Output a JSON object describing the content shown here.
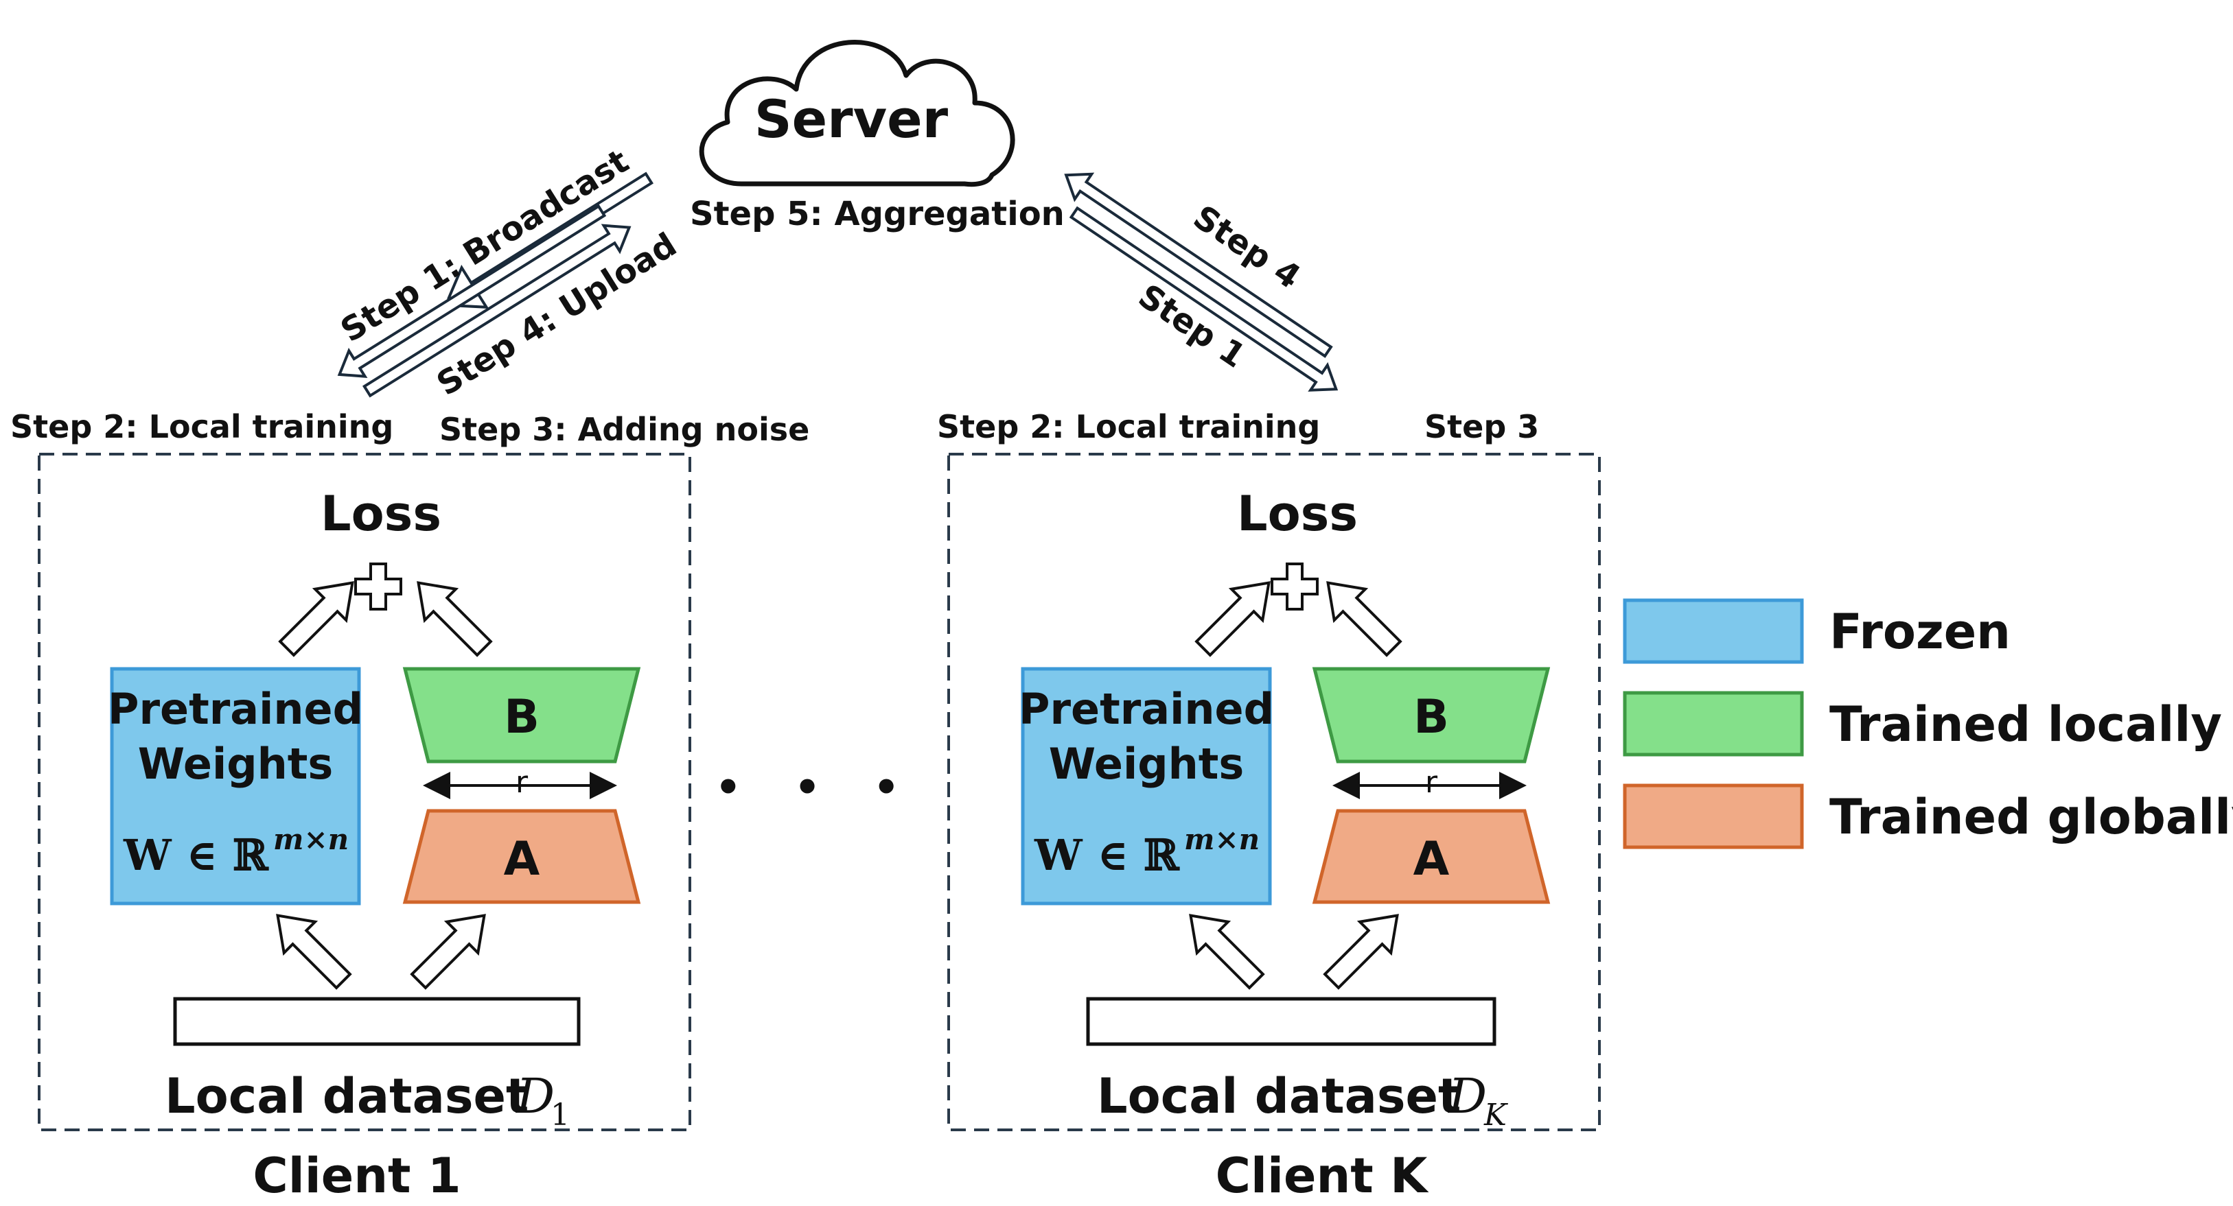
{
  "server": {
    "label": "Server"
  },
  "steps": {
    "broadcast": "Step 1: Broadcast",
    "upload": "Step 4: Upload",
    "aggregation": "Step 5: Aggregation",
    "step4_short": "Step 4",
    "step1_short": "Step 1"
  },
  "clients": [
    {
      "local_training": "Step 2: Local training",
      "adding_noise": "Step 3: Adding noise",
      "loss": "Loss",
      "plus": "+",
      "pretrained_line1": "Pretrained",
      "pretrained_line2": "Weights",
      "weight_formula": "W ∈ ℝ",
      "weight_exponent": "m×n",
      "b_label": "B",
      "a_label": "A",
      "rank_label": "r",
      "dataset_label": "Local dataset ",
      "dataset_symbol": "D",
      "dataset_subscript": "1",
      "client_label": "Client 1"
    },
    {
      "local_training": "Step 2: Local training",
      "adding_noise": "Step 3",
      "loss": "Loss",
      "plus": "+",
      "pretrained_line1": "Pretrained",
      "pretrained_line2": "Weights",
      "weight_formula": "W ∈ ℝ",
      "weight_exponent": "m×n",
      "b_label": "B",
      "a_label": "A",
      "rank_label": "r",
      "dataset_label": "Local dataset ",
      "dataset_symbol": "D",
      "dataset_subscript": "K",
      "client_label": "Client K"
    }
  ],
  "ellipsis": "• • •",
  "legend": [
    {
      "label": "Frozen",
      "color": "#7ec8ec"
    },
    {
      "label": "Trained locally",
      "color": "#84e08a"
    },
    {
      "label": "Trained globally",
      "color": "#f0aa86"
    }
  ],
  "colors": {
    "frozen_fill": "#7ec8ec",
    "frozen_stroke": "#3d9ad8",
    "local_fill": "#84e08a",
    "local_stroke": "#3e9a44",
    "global_fill": "#f0aa86",
    "global_stroke": "#d0652a",
    "box_dash": "#2a3a4a"
  }
}
